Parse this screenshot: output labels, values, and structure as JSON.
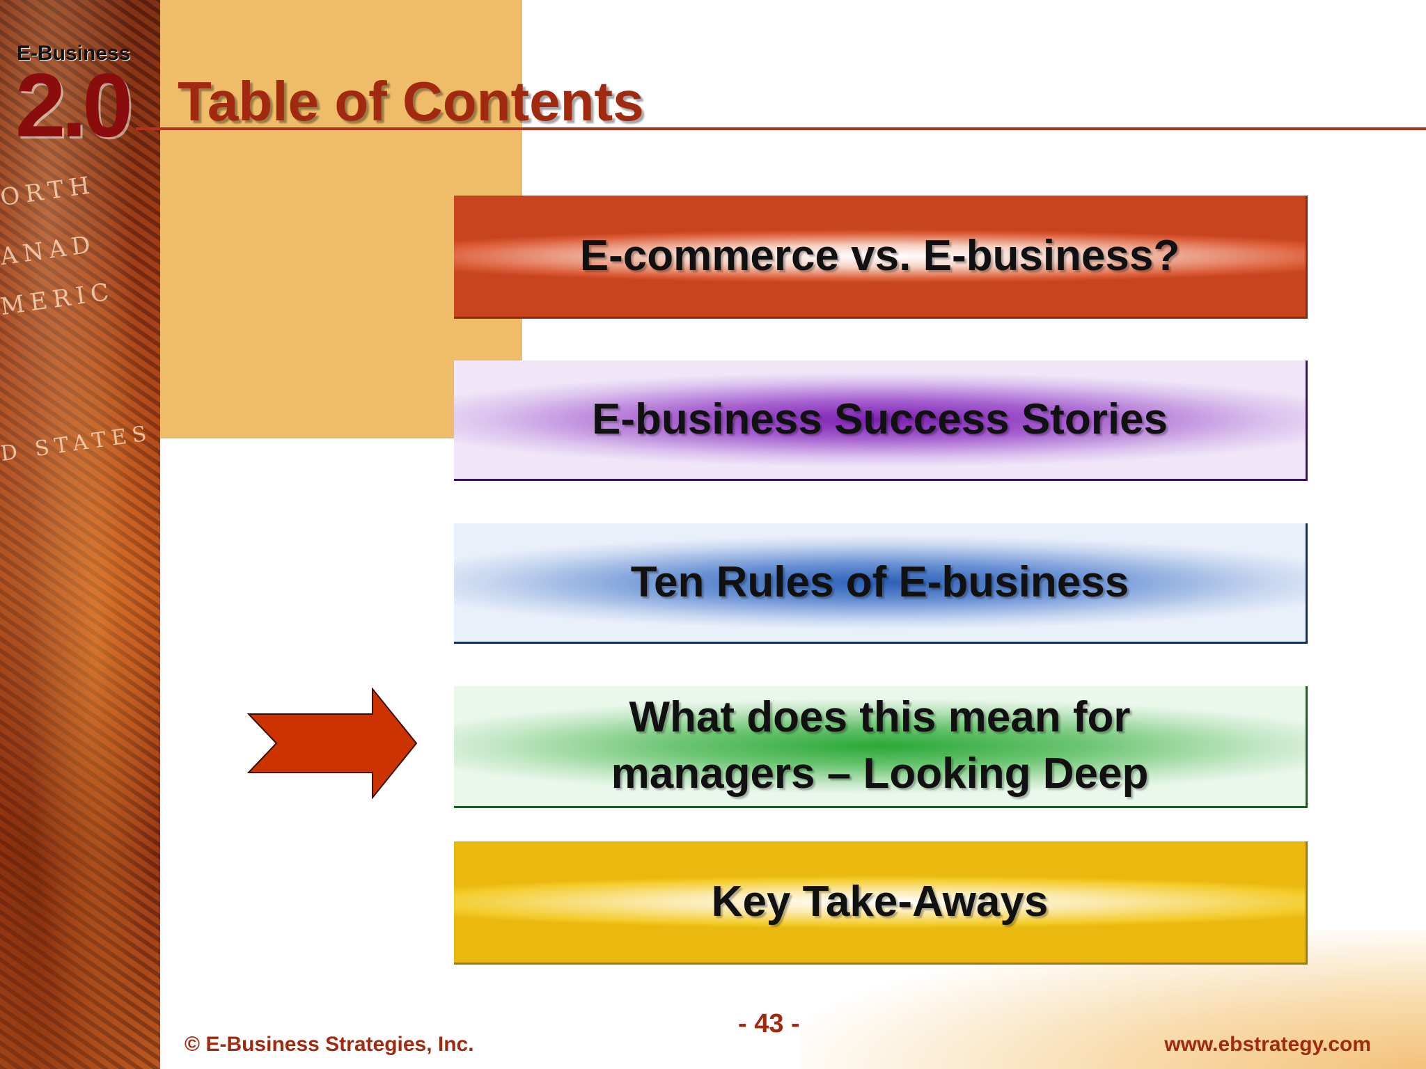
{
  "header": {
    "logo_small": "E-Business",
    "logo_big": "2.0",
    "title": "Table of Contents"
  },
  "decor": {
    "strip_words": [
      "ORTH",
      "ANAD",
      "MERIC",
      "D STATES"
    ]
  },
  "toc_items": [
    {
      "label": "E-commerce vs. E-business?",
      "color": "#d2522a"
    },
    {
      "label": "E-business Success Stories",
      "color": "#7b1fb3"
    },
    {
      "label": "Ten Rules of E-business",
      "color": "#2b5fb8"
    },
    {
      "label": "What does this mean for managers – Looking Deep",
      "color": "#2aa836",
      "current": true
    },
    {
      "label": "Key Take-Aways",
      "color": "#f3cc2a"
    }
  ],
  "current_marker": {
    "icon": "right-arrow-icon",
    "color": "#cc3300"
  },
  "footer": {
    "page_number": "- 43 -",
    "copyright": "© E-Business Strategies, Inc.",
    "url": "www.ebstrategy.com"
  }
}
